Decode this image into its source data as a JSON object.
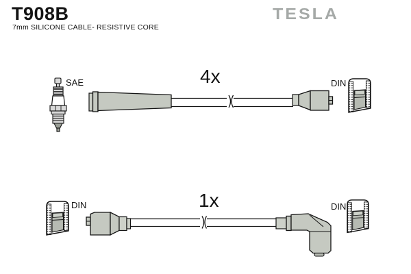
{
  "header": {
    "part_number": "T908B",
    "subtitle": "7mm SILICONE CABLE- RESISTIVE CORE",
    "brand": "TESLA"
  },
  "cables": {
    "top": {
      "quantity": "4x",
      "left_terminal": "SAE",
      "right_terminal": "DIN"
    },
    "bottom": {
      "quantity": "1x",
      "left_terminal": "DIN",
      "right_terminal": "DIN"
    }
  },
  "icons": {
    "spark_plug": "spark-plug-icon",
    "straight_boot": "straight-boot-icon",
    "elbow_boot": "elbow-boot-icon",
    "din_socket_section": "din-socket-section-icon",
    "cable_break": "cable-break-icon"
  },
  "colors": {
    "background": "#ffffff",
    "outline": "#141414",
    "brand_gray": "#a5a9a7",
    "boot_fill": "#c5c9c1",
    "boot_fill_light": "#cdd1c9",
    "terminal_fill": "#b6bab2"
  }
}
